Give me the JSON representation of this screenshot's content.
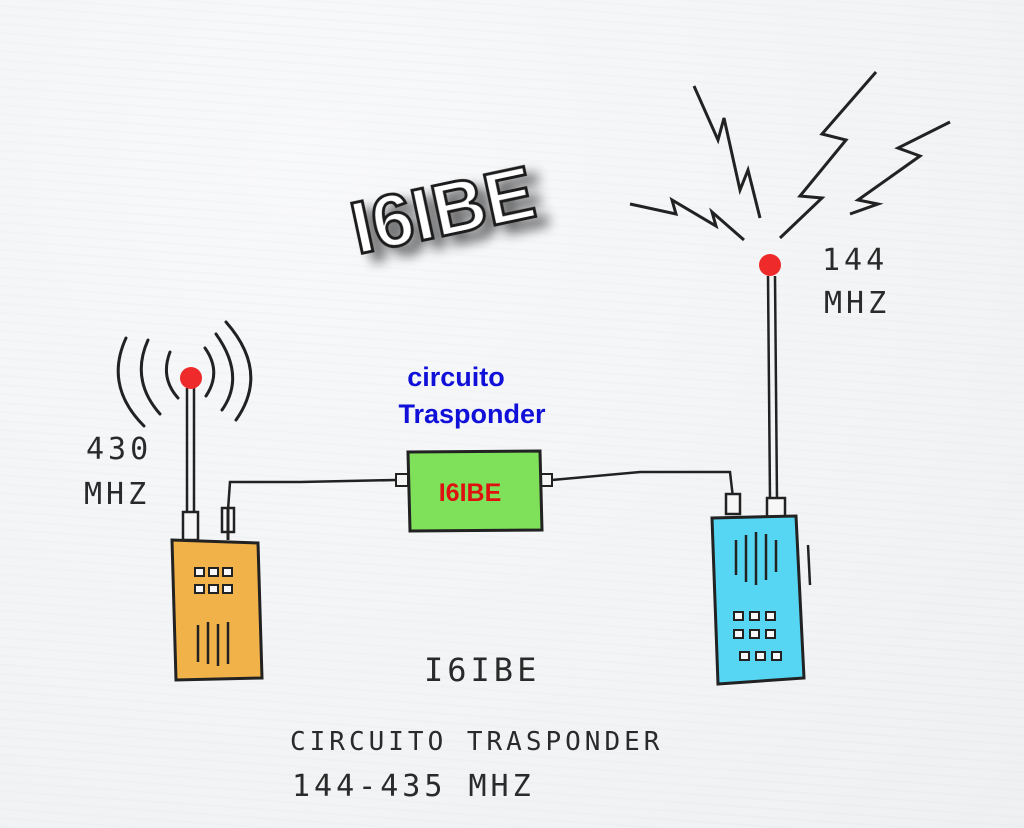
{
  "logo": {
    "text": "I6IBE"
  },
  "center_label": {
    "line1": "circuito",
    "line2": "Trasponder"
  },
  "transponder_box": {
    "label": "I6IBE",
    "fill": "#7fe05a",
    "text_color": "#e01010"
  },
  "left_radio": {
    "freq_line1": "430",
    "freq_line2": "MHZ",
    "body_color": "#f2b24a"
  },
  "right_radio": {
    "freq_line1": "144",
    "freq_line2": "MHZ",
    "body_color": "#56d6f2"
  },
  "antenna_tip_color": "#ee2a2a",
  "bottom": {
    "callsign": "I6IBE",
    "line1": "CIRCUITO TRASPONDER",
    "line2": "144-435 MHZ"
  }
}
